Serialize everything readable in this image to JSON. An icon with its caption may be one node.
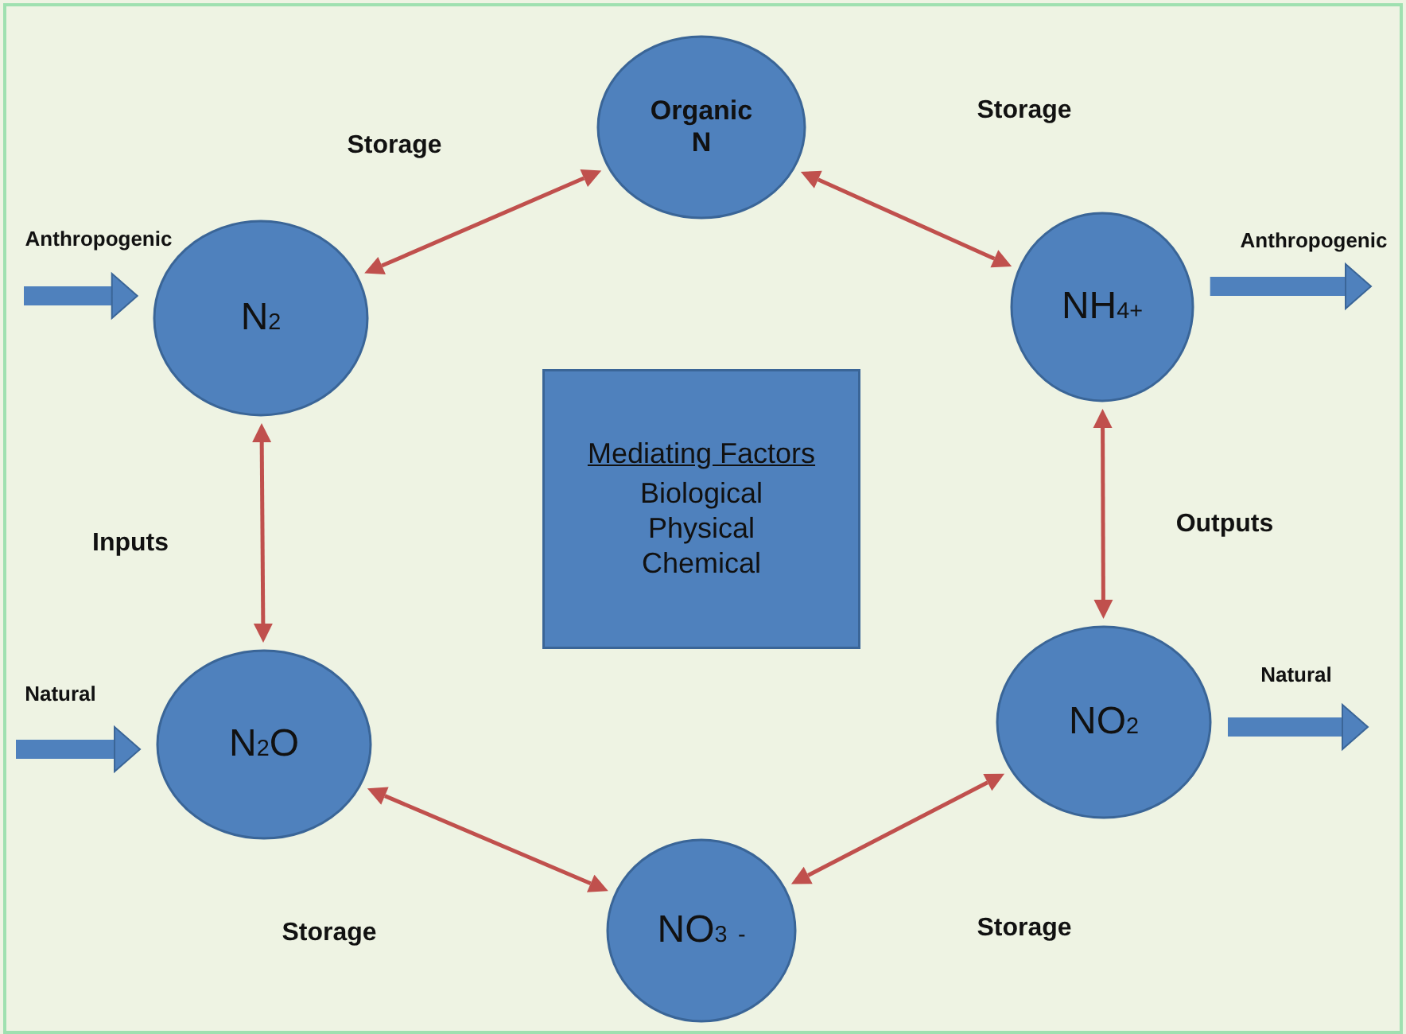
{
  "diagram": {
    "nodes": [
      {
        "text": [
          "Organic N"
        ]
      },
      {
        "text": [
          "N$_{2}$"
        ]
      },
      {
        "text": [
          "NH$_{4+}$"
        ]
      },
      {
        "text": [
          "Mediating Factors",
          "Biological",
          "Physical",
          "Chemical"
        ]
      },
      {
        "text": [
          "N$_{2}$O"
        ]
      },
      {
        "text": [
          "NO$_{2}$"
        ]
      },
      {
        "text": [
          "NO$_{3}$ $^{-}$"
        ]
      }
    ],
    "edges": [
      {
        "from": 1,
        "to": 0,
        "arrow": "both",
        "label": "Storage"
      },
      {
        "from": 0,
        "to": 2,
        "arrow": "both",
        "label": "Storage"
      },
      {
        "from": 1,
        "to": 4,
        "arrow": "both",
        "label": "Inputs"
      },
      {
        "from": 2,
        "to": 5,
        "arrow": "both",
        "label": "Outputs"
      },
      {
        "from": 4,
        "to": 6,
        "arrow": "both",
        "label": "Storage"
      },
      {
        "from": 6,
        "to": 5,
        "arrow": "both",
        "label": "Storage"
      },
      {
        "from": null,
        "to": 1,
        "arrow": "to",
        "label": "Anthropogenic",
        "style": "thick",
        "color": "#4f81bd"
      },
      {
        "from": 2,
        "to": null,
        "arrow": "to",
        "label": "Anthropogenic",
        "style": "thick",
        "color": "#4f81bd"
      },
      {
        "from": null,
        "to": 4,
        "arrow": "to",
        "label": "Natural",
        "style": "thick",
        "color": "#4f81bd"
      },
      {
        "from": 5,
        "to": null,
        "arrow": "to",
        "label": "Natural",
        "style": "thick",
        "color": "#4f81bd"
      }
    ]
  }
}
